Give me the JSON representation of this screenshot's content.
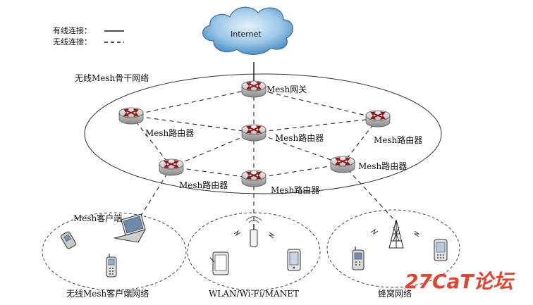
{
  "legend": {
    "wired": "有线连接：",
    "wireless": "无线连接："
  },
  "cloud": {
    "label": "Internet"
  },
  "backbone": {
    "title": "无线Mesh骨干网络"
  },
  "nodes": {
    "gateway": "Mesh网关",
    "router_left": "Mesh路由器",
    "router_center": "Mesh路由器",
    "router_right": "Mesh路由器",
    "router_bottom_left": "Mesh路由器",
    "router_bottom_center": "Mesh路由器",
    "router_bottom_right": "Mesh路由器"
  },
  "clients": {
    "mesh_client_label": "Mesh客户端",
    "client_network": "无线Mesh客户端网络",
    "wlan_network": "WLAN/Wi-Fi/MANET",
    "cellular_network": "蜂窝网络"
  },
  "watermark": "27CaT论坛",
  "icons": [
    "cloud-icon",
    "router-icon",
    "laptop-icon",
    "phone-icon",
    "pda-icon",
    "antenna-icon",
    "cell-tower-icon"
  ]
}
